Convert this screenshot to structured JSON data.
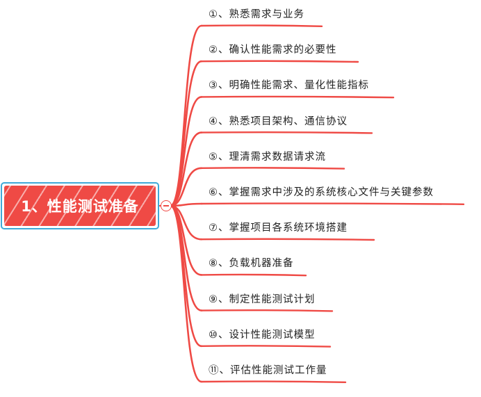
{
  "central_topic": {
    "label": "1、性能测试准备"
  },
  "branches": [
    {
      "label": "①、熟悉需求与业务"
    },
    {
      "label": "②、确认性能需求的必要性"
    },
    {
      "label": "③、明确性能需求、量化性能指标"
    },
    {
      "label": "④、熟悉项目架构、通信协议"
    },
    {
      "label": "⑤、理清需求数据请求流"
    },
    {
      "label": "⑥、掌握需求中涉及的系统核心文件与关键参数"
    },
    {
      "label": "⑦、掌握项目各系统环境搭建"
    },
    {
      "label": "⑧、负载机器准备"
    },
    {
      "label": "⑨、制定性能测试计划"
    },
    {
      "label": "⑩、设计性能测试模型"
    },
    {
      "label": "⑪、评估性能测试工作量"
    }
  ],
  "colors": {
    "branch_line": "#ef4a45",
    "central_fill": "#ef4a45",
    "central_border": "#3fa9d8",
    "text": "#222222"
  }
}
